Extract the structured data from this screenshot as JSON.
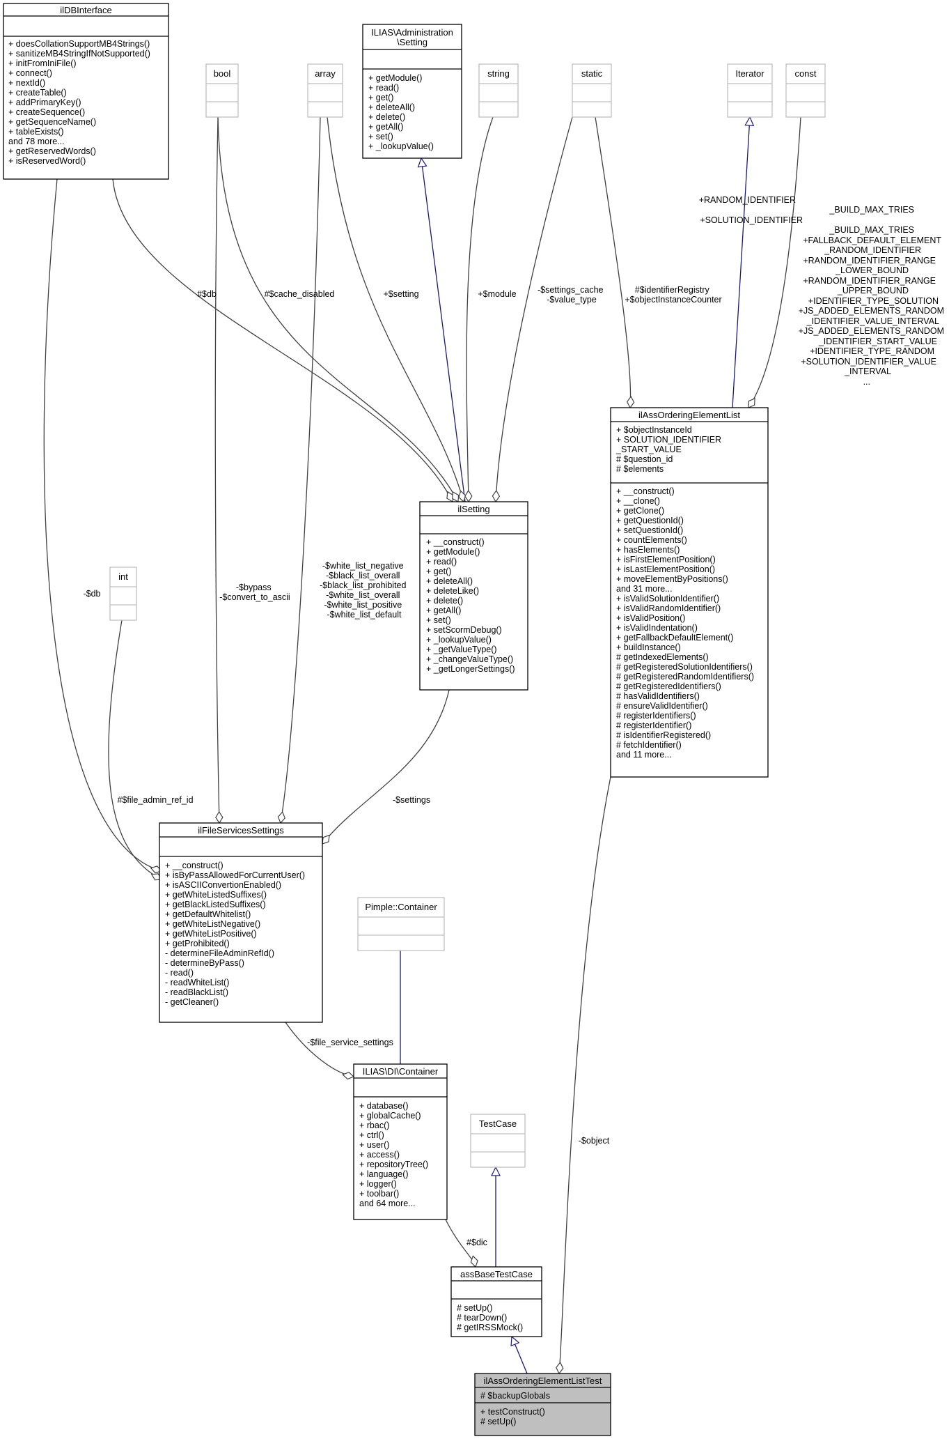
{
  "colors": {
    "box_border": "#000000",
    "faded_border": "#bfbfbf",
    "highlight_fill": "#bfbfbf",
    "inherit_edge": "#191970",
    "assoc_edge": "#404040",
    "background": "#ffffff"
  },
  "classes": {
    "ildbinterface": {
      "title": "ilDBInterface",
      "attrs": [],
      "methods": [
        "+ doesCollationSupportMB4Strings()",
        "+ sanitizeMB4StringIfNotSupported()",
        "+ initFromIniFile()",
        "+ connect()",
        "+ nextId()",
        "+ createTable()",
        "+ addPrimaryKey()",
        "+ createSequence()",
        "+ getSequenceName()",
        "+ tableExists()",
        "and 78 more...",
        "+ getReservedWords()",
        "+ isReservedWord()"
      ]
    },
    "bool": {
      "title": "bool",
      "attrs": [],
      "methods": []
    },
    "array": {
      "title": "array",
      "attrs": [],
      "methods": []
    },
    "admin_setting": {
      "title": [
        "ILIAS\\Administration",
        "\\Setting"
      ],
      "attrs": [],
      "methods": [
        "+ getModule()",
        "+ read()",
        "+ get()",
        "+ deleteAll()",
        "+ delete()",
        "+ getAll()",
        "+ set()",
        "+ _lookupValue()"
      ]
    },
    "string": {
      "title": "string",
      "attrs": [],
      "methods": []
    },
    "static": {
      "title": "static",
      "attrs": [],
      "methods": []
    },
    "iterator": {
      "title": "Iterator",
      "attrs": [],
      "methods": []
    },
    "const": {
      "title": "const",
      "attrs": [],
      "methods": []
    },
    "int": {
      "title": "int",
      "attrs": [],
      "methods": []
    },
    "ilsetting": {
      "title": "ilSetting",
      "attrs": [],
      "methods": [
        "+ __construct()",
        "+ getModule()",
        "+ read()",
        "+ get()",
        "+ deleteAll()",
        "+ deleteLike()",
        "+ delete()",
        "+ getAll()",
        "+ set()",
        "+ setScormDebug()",
        "+ _lookupValue()",
        "+ _getValueType()",
        "+ _changeValueType()",
        "+ _getLongerSettings()"
      ]
    },
    "orderinglist": {
      "title": "ilAssOrderingElementList",
      "attrs": [
        "+ $objectInstanceId",
        "+ SOLUTION_IDENTIFIER",
        "_START_VALUE",
        "# $question_id",
        "# $elements"
      ],
      "methods": [
        "+ __construct()",
        "+ __clone()",
        "+ getClone()",
        "+ getQuestionId()",
        "+ setQuestionId()",
        "+ countElements()",
        "+ hasElements()",
        "+ isFirstElementPosition()",
        "+ isLastElementPosition()",
        "+ moveElementByPositions()",
        "and 31 more...",
        "+ isValidSolutionIdentifier()",
        "+ isValidRandomIdentifier()",
        "+ isValidPosition()",
        "+ isValidIndentation()",
        "+ getFallbackDefaultElement()",
        "+ buildInstance()",
        "# getIndexedElements()",
        "# getRegisteredSolutionIdentifiers()",
        "# getRegisteredRandomIdentifiers()",
        "# getRegisteredIdentifiers()",
        "# hasValidIdentifiers()",
        "# ensureValidIdentifier()",
        "# registerIdentifiers()",
        "# registerIdentifier()",
        "# isIdentifierRegistered()",
        "# fetchIdentifier()",
        "and 11 more..."
      ]
    },
    "fileservices": {
      "title": "ilFileServicesSettings",
      "attrs": [],
      "methods": [
        "+ __construct()",
        "+ isByPassAllowedForCurrentUser()",
        "+ isASCIIConvertionEnabled()",
        "+ getWhiteListedSuffixes()",
        "+ getBlackListedSuffixes()",
        "+ getDefaultWhitelist()",
        "+ getWhiteListNegative()",
        "+ getWhiteListPositive()",
        "+ getProhibited()",
        "- determineFileAdminRefId()",
        "- determineByPass()",
        "- read()",
        "- readWhiteList()",
        "- readBlackList()",
        "- getCleaner()"
      ]
    },
    "pimple": {
      "title": "Pimple::Container",
      "attrs": [],
      "methods": []
    },
    "dic": {
      "title": "ILIAS\\DI\\Container",
      "attrs": [],
      "methods": [
        "+ database()",
        "+ globalCache()",
        "+ rbac()",
        "+ ctrl()",
        "+ user()",
        "+ access()",
        "+ repositoryTree()",
        "+ language()",
        "+ logger()",
        "+ toolbar()",
        "and 64 more..."
      ]
    },
    "testcase": {
      "title": "TestCase",
      "attrs": [],
      "methods": []
    },
    "basetest": {
      "title": "assBaseTestCase",
      "attrs": [],
      "methods": [
        "# setUp()",
        "# tearDown()",
        "# getIRSSMock()"
      ]
    },
    "listtest": {
      "title": "ilAssOrderingElementListTest",
      "attrs": [
        "# $backupGlobals"
      ],
      "methods": [
        "+ testConstruct()",
        "# setUp()"
      ]
    }
  },
  "edge_labels": {
    "db_to_setting": [
      "#$db"
    ],
    "cache_disabled": [
      "#$cache_disabled"
    ],
    "setting": [
      "+$setting"
    ],
    "module": [
      "+$module"
    ],
    "settings_cache": [
      "-$settings_cache",
      "-$value_type"
    ],
    "identifier_registry": [
      "#$identifierRegistry",
      "+$objectInstanceCounter"
    ],
    "constants": [
      "+RANDOM_IDENTIFIER",
      "_BUILD_MAX_TRIES",
      "+SOLUTION_IDENTIFIER",
      "_BUILD_MAX_TRIES",
      "+FALLBACK_DEFAULT_ELEMENT",
      "_RANDOM_IDENTIFIER",
      "+RANDOM_IDENTIFIER_RANGE",
      "_LOWER_BOUND",
      "+RANDOM_IDENTIFIER_RANGE",
      "_UPPER_BOUND",
      "+IDENTIFIER_TYPE_SOLUTION",
      "+JS_ADDED_ELEMENTS_RANDOM",
      "_IDENTIFIER_VALUE_INTERVAL",
      "+JS_ADDED_ELEMENTS_RANDOM",
      "_IDENTIFIER_START_VALUE",
      "+IDENTIFIER_TYPE_RANDOM",
      "+SOLUTION_IDENTIFIER_VALUE",
      "_INTERVAL",
      "..."
    ],
    "db_to_fileservices": [
      "-$db"
    ],
    "bypass": [
      "-$bypass",
      "-$convert_to_ascii"
    ],
    "white_lists": [
      "-$white_list_negative",
      "-$black_list_overall",
      "-$black_list_prohibited",
      "-$white_list_overall",
      "-$white_list_positive",
      "-$white_list_default"
    ],
    "file_admin_ref_id": [
      "#$file_admin_ref_id"
    ],
    "settings": [
      "-$settings"
    ],
    "file_service_settings": [
      "-$file_service_settings"
    ],
    "object": [
      "-$object"
    ],
    "dic": [
      "#$dic"
    ]
  }
}
